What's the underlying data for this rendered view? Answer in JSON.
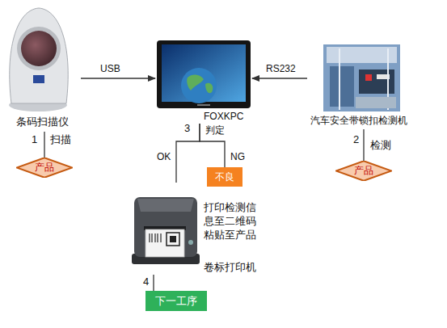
{
  "diagram": {
    "nodes": [
      {
        "text": [
          "条码扫描仪"
        ]
      },
      {
        "text": [
          "FOXKPC"
        ]
      },
      {
        "text": [
          "汽车安全带锁扣检测机"
        ]
      },
      {
        "text": [
          "产品"
        ]
      },
      {
        "text": [
          "产品"
        ]
      },
      {
        "text": [
          "不良"
        ]
      },
      {
        "text": [
          "打印检测信 息至二维码 粘贴至产品",
          "卷标打印机"
        ]
      },
      {
        "text": [
          "下一工序"
        ]
      }
    ],
    "edges": [
      {
        "from": 0,
        "to": 1,
        "arrow": "to",
        "label": "USB"
      },
      {
        "from": 2,
        "to": 1,
        "arrow": "to",
        "label": "RS232"
      },
      {
        "from": 0,
        "to": 3,
        "arrow": "none",
        "label": "扫描"
      },
      {
        "from": 2,
        "to": 4,
        "arrow": "none",
        "label": "检测"
      },
      {
        "from": 1,
        "to": 6,
        "arrow": "none",
        "label": "OK"
      },
      {
        "from": 1,
        "to": 5,
        "arrow": "none",
        "label": "NG"
      },
      {
        "from": 6,
        "to": 7,
        "arrow": "none"
      }
    ],
    "labels": [
      "1",
      "2",
      "3",
      "判定",
      "4"
    ]
  }
}
